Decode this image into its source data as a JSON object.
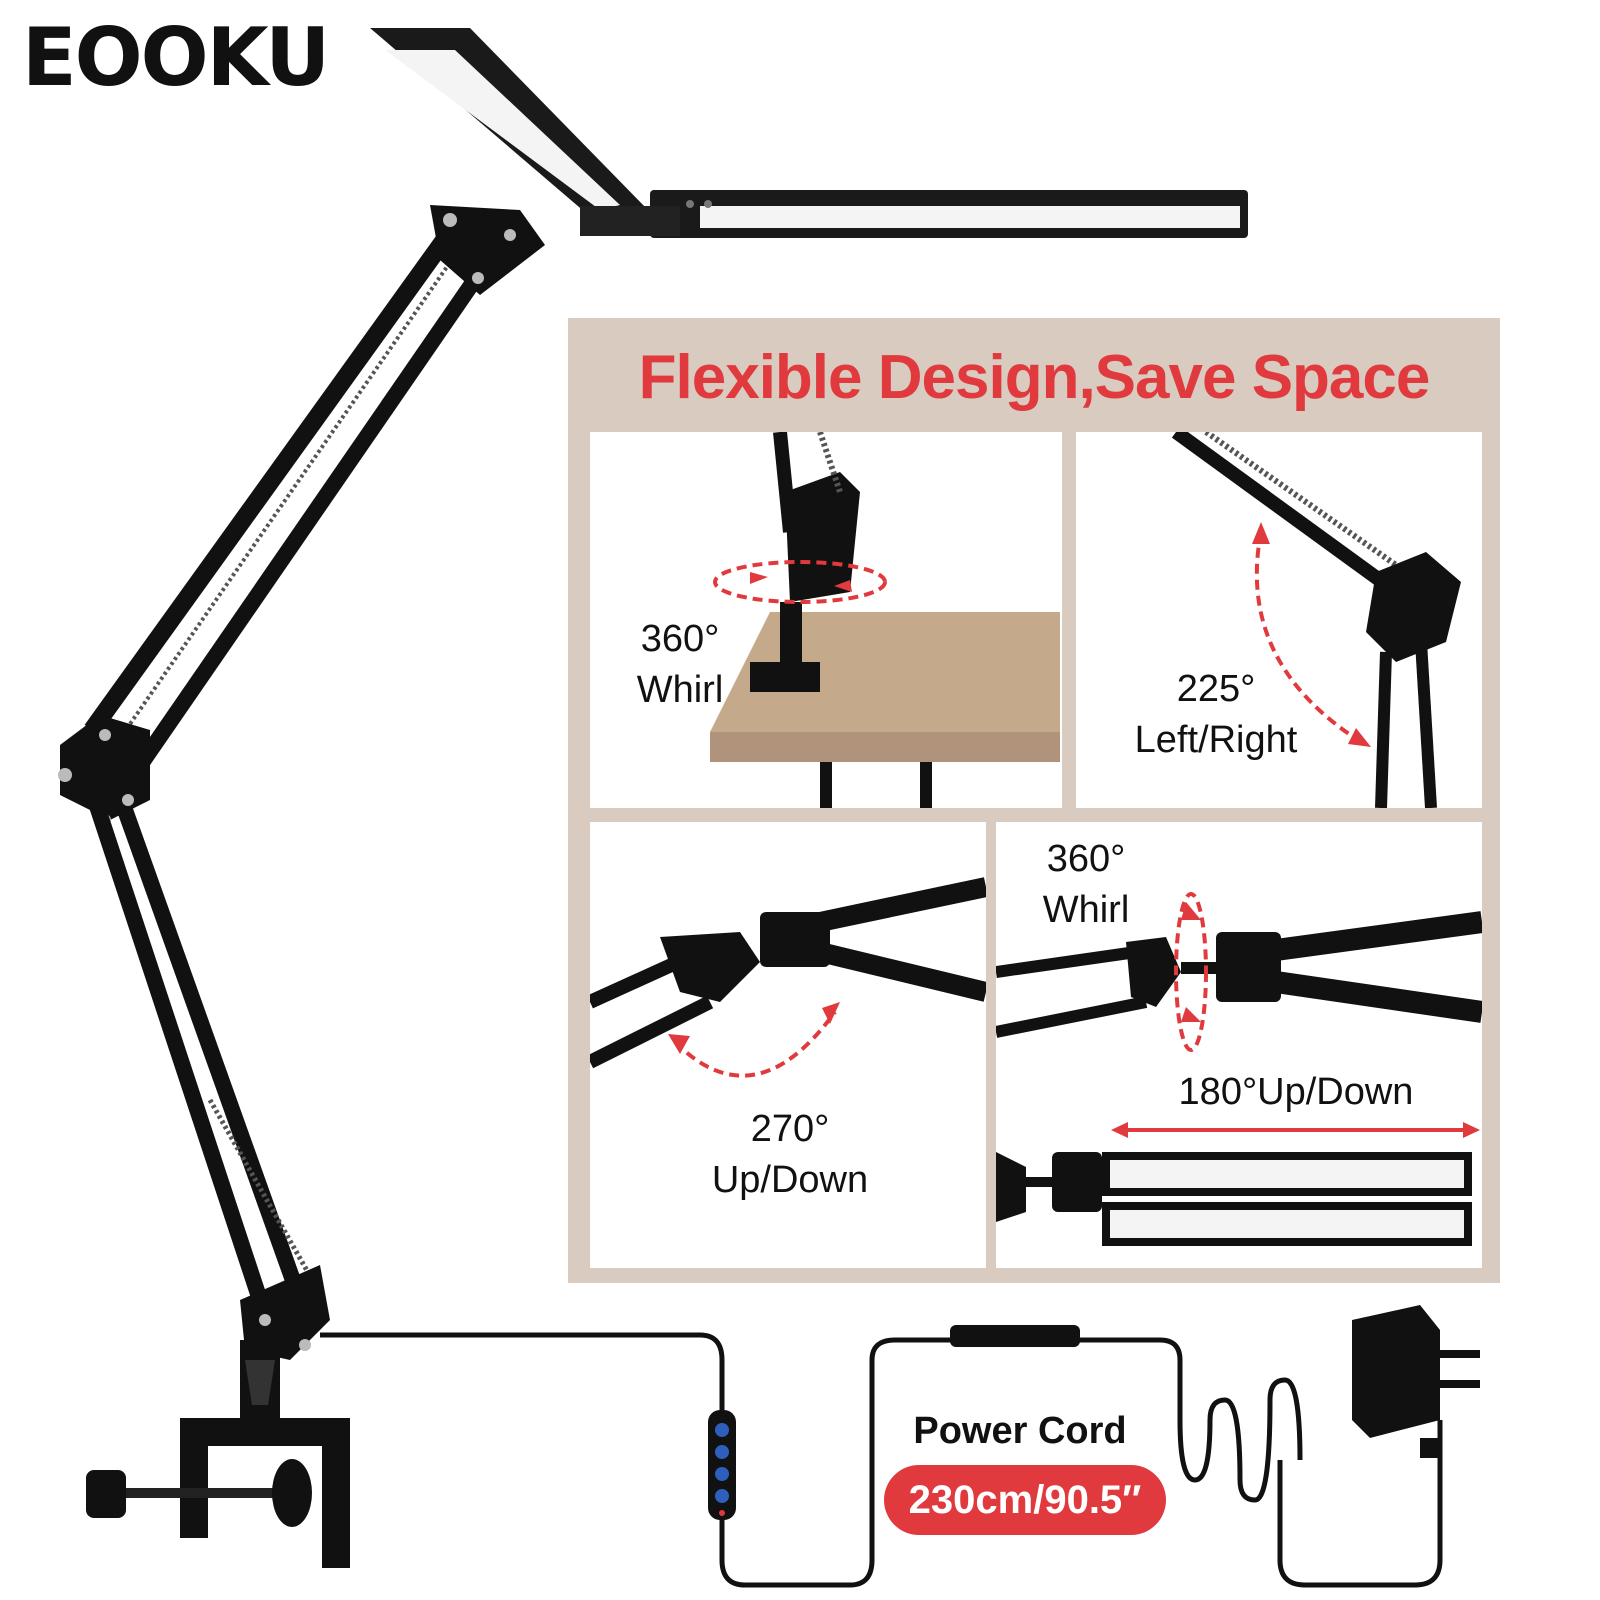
{
  "brand": {
    "logo": "EOOKU"
  },
  "panel": {
    "title": "Flexible Design,Save Space",
    "cells": [
      {
        "line1": "360°",
        "line2": "Whirl"
      },
      {
        "line1": "225°",
        "line2": "Left/Right"
      },
      {
        "line1": "270°",
        "line2": "Up/Down"
      },
      {
        "line1": "360°",
        "line2": "Whirl",
        "line3": "180°Up/Down"
      }
    ]
  },
  "cord": {
    "label": "Power Cord",
    "length": "230cm/90.5″"
  },
  "colors": {
    "accent": "#e03a3e",
    "panel_bg": "#d9cbbf",
    "wood": "#c4a98a",
    "lamp": "#111111"
  },
  "icons": [
    "lamp-head-icon",
    "clamp-icon",
    "plug-adapter-icon",
    "dimmer-switch-icon",
    "rotation-arrow-icon"
  ]
}
